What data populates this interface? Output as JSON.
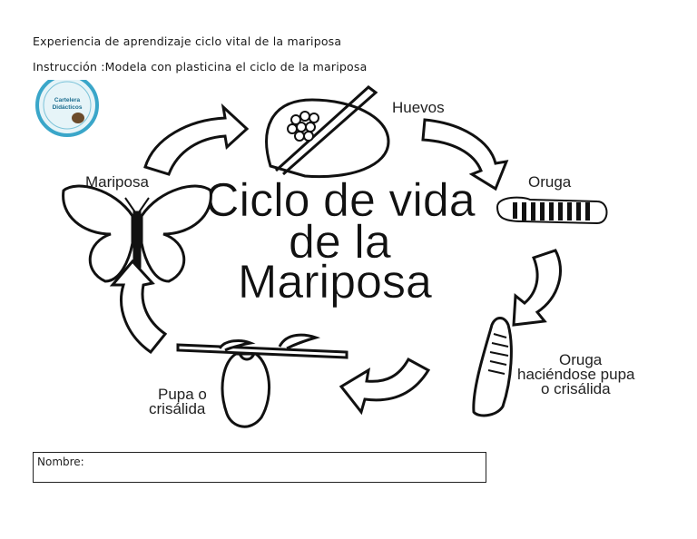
{
  "header": {
    "line1": "Experiencia de aprendizaje ciclo vital de la mariposa",
    "line2": "Instrucción :Modela con plasticina el ciclo de la mariposa"
  },
  "worksheet": {
    "title_line1": "Ciclo de vida",
    "title_line2": "de la",
    "title_line3": "Mariposa",
    "stages": {
      "eggs": "Huevos",
      "caterpillar": "Oruga",
      "pupating_1": "Oruga",
      "pupating_2": "haciéndose pupa",
      "pupating_3": "o crisálida",
      "pupa_1": "Pupa o",
      "pupa_2": "crisálida",
      "butterfly": "Mariposa"
    },
    "logo_1": "Cartelera",
    "logo_2": "Didácticos"
  },
  "form": {
    "name_label": "Nombre:"
  },
  "colors": {
    "line_art": "#111111",
    "logo_ring": "#3aa6c9",
    "logo_fill": "#e6f4f8"
  }
}
